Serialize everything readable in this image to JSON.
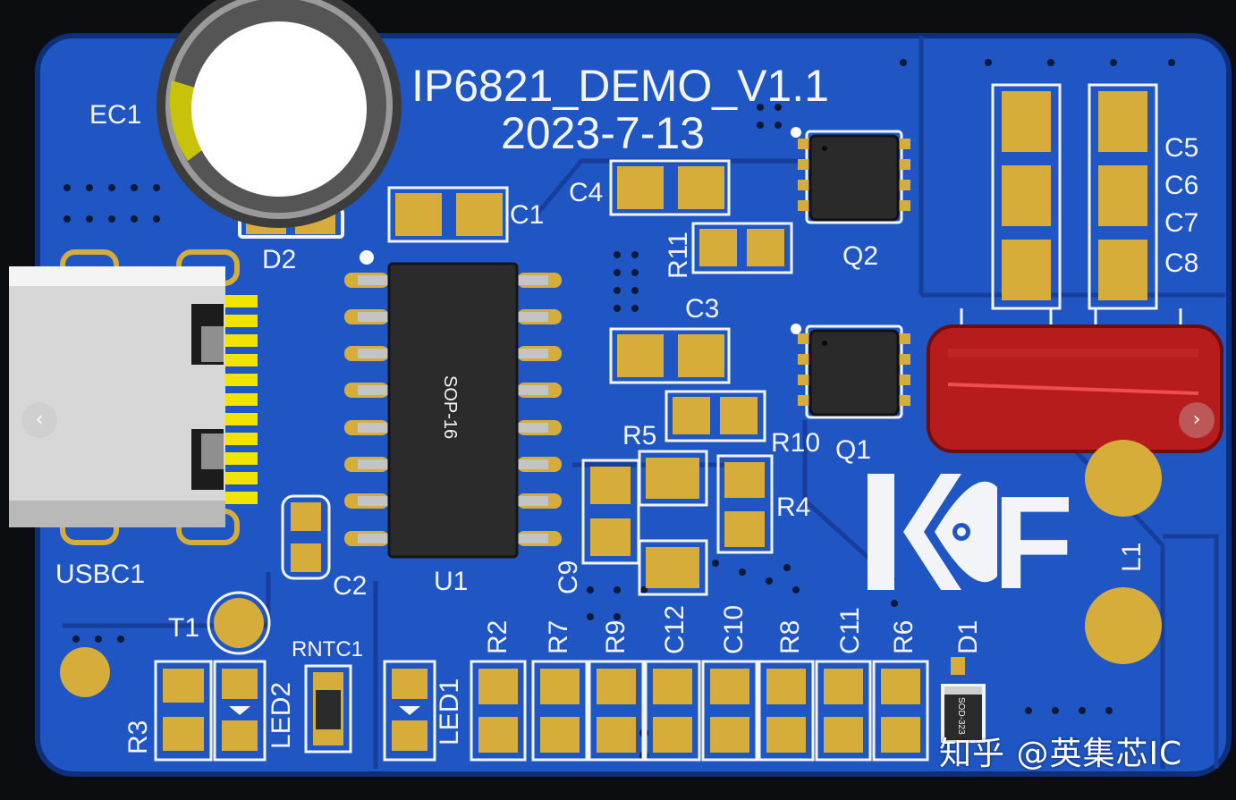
{
  "board": {
    "title": "IP6821_DEMO_V1.1",
    "date": "2023-7-13",
    "ic_package": "SOP-16",
    "diode_package": "SOD-323",
    "colors": {
      "pcb": "#1f56c4",
      "copper_pad": "#d6ac3a",
      "silkscreen": "#f2f4f8",
      "capacitor_body": "#b71c1c"
    }
  },
  "labels": {
    "ec1": "EC1",
    "d2": "D2",
    "c1": "C1",
    "c4": "C4",
    "r11": "R11",
    "q2": "Q2",
    "c5": "C5",
    "c6": "C6",
    "c7": "C7",
    "c8": "C8",
    "usbc1": "USBC1",
    "c3": "C3",
    "r5": "R5",
    "r10": "R10",
    "q1": "Q1",
    "r4": "R4",
    "c2": "C2",
    "u1": "U1",
    "c9": "C9",
    "l1": "L1",
    "t1": "T1",
    "rntc1": "RNTC1",
    "led2": "LED2",
    "led1": "LED1",
    "r3": "R3",
    "r2": "R2",
    "r7": "R7",
    "r9": "R9",
    "c12": "C12",
    "c10": "C10",
    "r8": "R8",
    "c11": "C11",
    "r6": "R6",
    "d1": "D1"
  },
  "logo_letter": "F",
  "icons": {
    "prev": "chevron-left-icon",
    "next": "chevron-right-icon"
  },
  "nav": {
    "prev_glyph": "‹",
    "next_glyph": "›"
  },
  "watermark": "知乎 @英集芯IC"
}
